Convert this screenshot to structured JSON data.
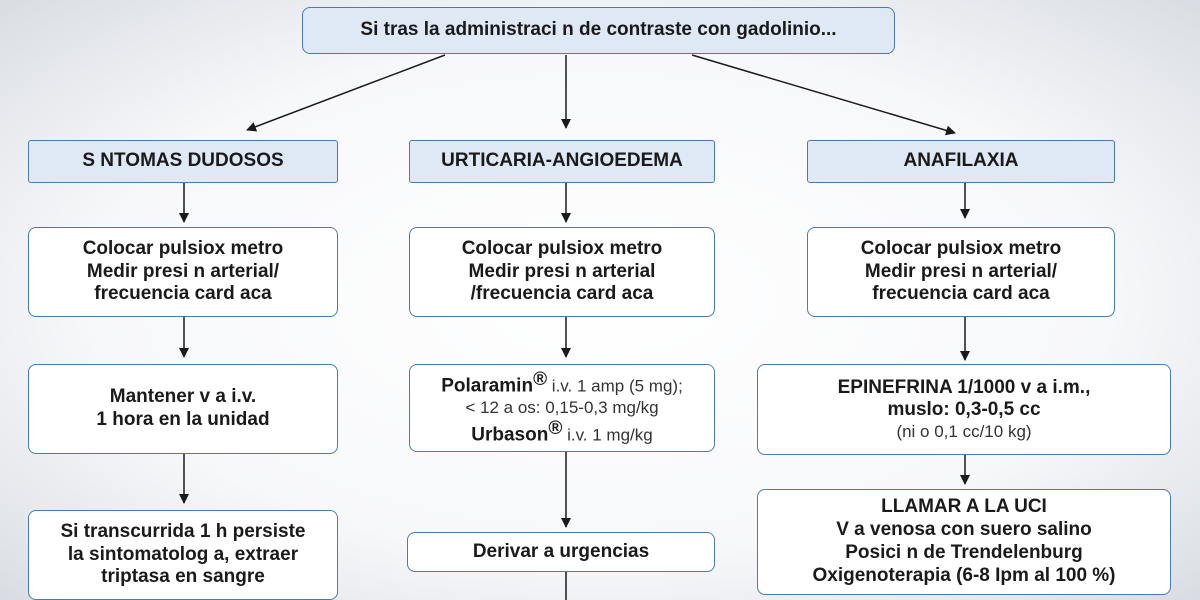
{
  "title": "Si tras la administraci  n de contraste con gadolinio...",
  "columns": {
    "left": {
      "header": "S NTOMAS DUDOSOS",
      "step1": [
        "Colocar pulsiox metro",
        "Medir presi  n arterial/",
        "frecuencia card aca"
      ],
      "step2": [
        "Mantener v a i.v.",
        "1 hora en la unidad"
      ],
      "step3": [
        "Si transcurrida 1 h persiste",
        "la sintomatolog a, extraer",
        "triptasa en sangre"
      ]
    },
    "center": {
      "header": "URTICARIA-ANGIOEDEMA",
      "step1": [
        "Colocar  pulsiox metro",
        "Medir presi  n arterial",
        "/frecuencia card aca"
      ],
      "step2": {
        "drug1": "Polaramin",
        "drug1_mark": "®",
        "drug1_dose": " i.v. 1 amp (5 mg);",
        "pediatric": "< 12 a  os: 0,15-0,3 mg/kg",
        "drug2": "Urbason",
        "drug2_mark": "®",
        "drug2_dose": " i.v. 1 mg/kg"
      },
      "step3": "Derivar a urgencias"
    },
    "right": {
      "header": "ANAFILAXIA",
      "step1": [
        "Colocar  pulsiox metro",
        "Medir presi  n arterial/",
        "frecuencia card aca"
      ],
      "step2": {
        "line1": "EPINEFRINA 1/1000 v a i.m.,",
        "line2": "muslo: 0,3-0,5 cc",
        "line3": "(ni  o 0,1 cc/10 kg)"
      },
      "step3": [
        "LLAMAR A LA UCI",
        "V a venosa con suero salino",
        "Posici  n de Trendelenburg",
        "Oxigenoterapia (6-8 Ipm al 100 %)"
      ]
    }
  },
  "colors": {
    "border": "#4a7ab5",
    "header_fill": "#dfe8f5",
    "arrow": "#1a1a1a"
  }
}
